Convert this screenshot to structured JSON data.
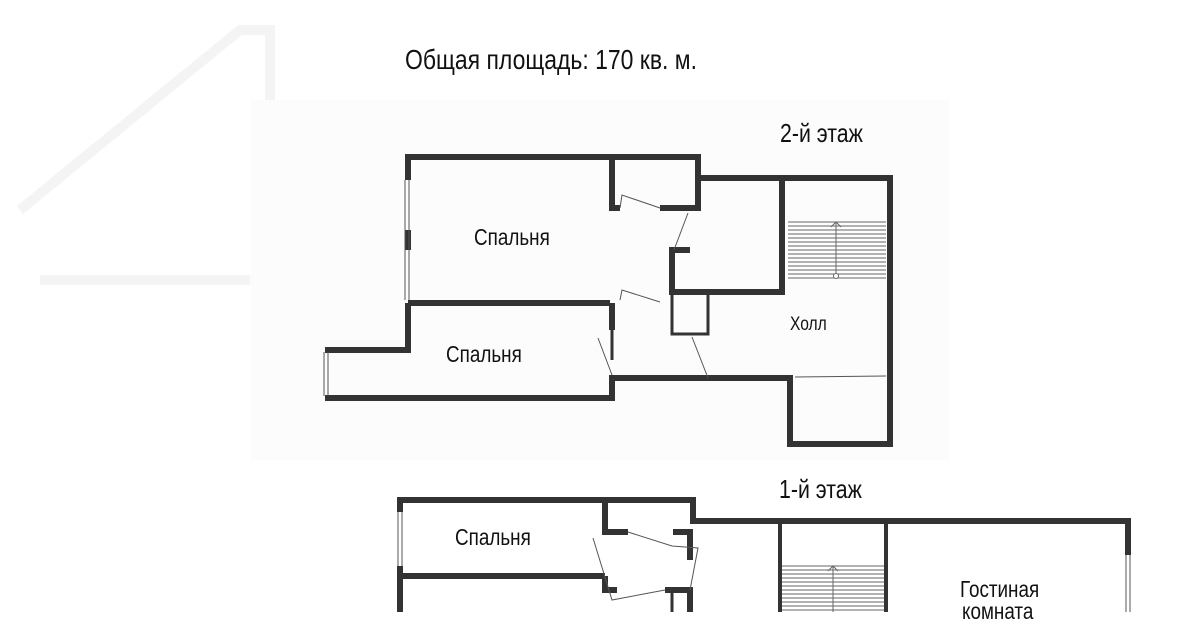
{
  "title": "Общая площадь: 170 кв. м.",
  "floors": [
    {
      "label": "2-й этаж",
      "rooms": [
        "Спальня",
        "Спальня",
        "Холл"
      ]
    },
    {
      "label": "1-й этаж",
      "rooms": [
        "Спальня",
        "Гостиная",
        "комната"
      ]
    }
  ],
  "colors": {
    "wall": "#333333",
    "background": "#ffffff"
  }
}
